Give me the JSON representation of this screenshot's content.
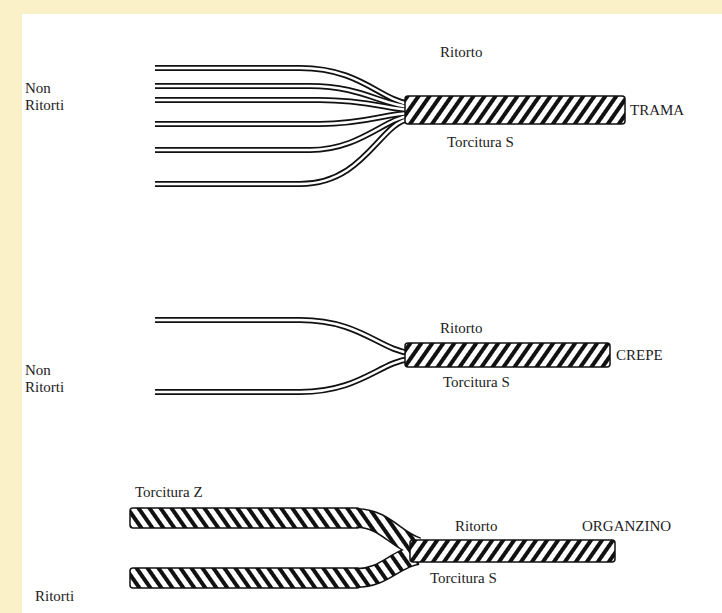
{
  "diagram": {
    "labels": [
      "Ritorto",
      "Non Ritorti",
      "TRAMA",
      "Torcitura S",
      "Ritorto",
      "Non Ritorti",
      "CREPE",
      "Torcitura S",
      "Torcitura Z",
      "Ritorto",
      "ORGANZINO",
      "Ritorti",
      "Torcitura S"
    ]
  }
}
